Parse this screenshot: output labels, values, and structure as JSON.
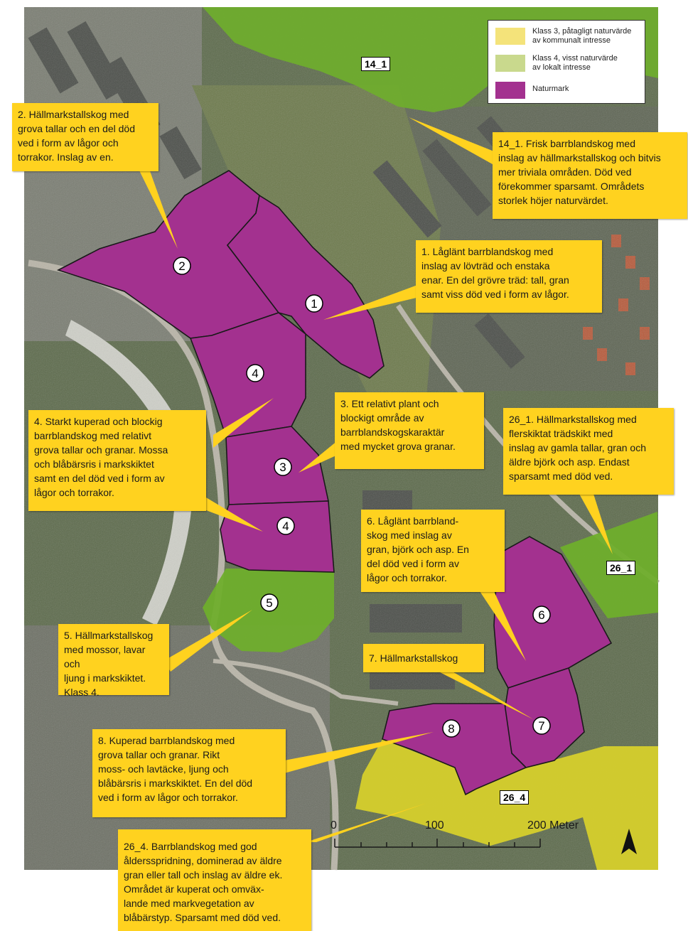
{
  "legend": {
    "items": [
      {
        "label": "Klass 3, påtagligt naturvärde\nav kommunalt intresse",
        "color": "#f4e37a"
      },
      {
        "label": "Klass 4, visst naturvärde\nav lokalt intresse",
        "color": "#c9d98d"
      },
      {
        "label": "Naturmark",
        "color": "#a3318f"
      }
    ]
  },
  "zones": {
    "z1": "1",
    "z2": "2",
    "z3": "3",
    "z4a": "4",
    "z4b": "4",
    "z5": "5",
    "z6": "6",
    "z7": "7",
    "z8": "8"
  },
  "area_tags": {
    "a14_1": "14_1",
    "a26_1": "26_1",
    "a26_4": "26_4"
  },
  "callouts": {
    "c2": "2. Hällmarkstallskog med\ngrova tallar och en del död\nved i form av lågor och\ntorrakor. Inslag av en.",
    "c14_1": "14_1. Frisk barrblandskog med\ninslag av hällmarkstallskog och bitvis\nmer triviala områden. Död ved\nförekommer sparsamt. Områdets\nstorlek höjer naturvärdet.",
    "c1": "1. Låglänt barrblandskog med\ninslag av lövträd och enstaka\nenar. En del grövre träd: tall, gran\nsamt viss död ved i form av lågor.",
    "c3": "3. Ett relativt plant och\nblockigt område av\nbarrblandskogskaraktär\nmed mycket grova granar.",
    "c4": "4. Starkt kuperad och blockig\nbarrblandskog med relativt\ngrova tallar och granar. Mossa\noch blåbärsris i markskiktet\nsamt en del död ved i form av\nlågor och torrakor.",
    "c26_1": "26_1. Hällmarkstallskog med\nflerskiktat trädskikt med\ninslag av gamla tallar, gran och\näldre björk och asp. Endast\nsparsamt med död ved.",
    "c6": "6. Låglänt barrbland-\nskog med inslag av\ngran, björk och asp. En\ndel död ved i form av\nlågor och torrakor.",
    "c5": "5. Hällmarkstallskog\nmed mossor, lavar och\nljung i markskiktet.\nKlass 4.",
    "c7": "7. Hällmarkstallskog",
    "c8": "8. Kuperad barrblandskog med\ngrova tallar och granar. Rikt\nmoss- och lavtäcke, ljung och\nblåbärsris i markskiktet. En del död\nved i form av lågor och torrakor.",
    "c26_4": "26_4. Barrblandskog med god\nåldersspridning, dominerad av äldre\ngran eller tall och inslag av äldre ek.\nOmrådet är kuperat och omväx-\nlande med markvegetation av\nblåbärstyp. Sparsamt med död ved."
  },
  "scale": {
    "t0": "0",
    "t100": "100",
    "t200": "200 Meter"
  },
  "colors": {
    "naturmark": "#a3318f",
    "klass4": "#6fae2c",
    "klass3": "#d6cf2c",
    "callout": "#ffd21f"
  }
}
